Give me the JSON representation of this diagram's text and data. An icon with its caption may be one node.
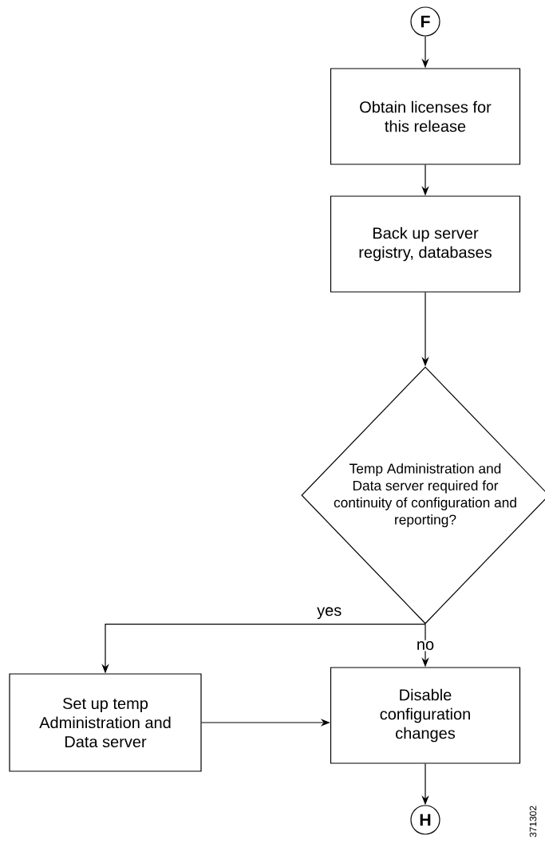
{
  "diagram": {
    "nodes": [
      {
        "text": [
          "F"
        ]
      },
      {
        "text": [
          "Obtain licenses for this release"
        ]
      },
      {
        "text": [
          "Back up server registry, databases"
        ]
      },
      {
        "text": [
          "Temp Administration and Data server required for continuity of configuration and reporting?"
        ]
      },
      {
        "text": [
          "Set up temp Administration and Data server"
        ]
      },
      {
        "text": [
          "Disable configuration changes"
        ]
      },
      {
        "text": [
          "H"
        ]
      }
    ],
    "edges": [
      {
        "from": 0,
        "to": 1,
        "arrow": "to"
      },
      {
        "from": 1,
        "to": 2,
        "arrow": "to"
      },
      {
        "from": 2,
        "to": 3,
        "arrow": "to"
      },
      {
        "from": 3,
        "to": 4,
        "arrow": "to",
        "label": "yes"
      },
      {
        "from": 3,
        "to": 5,
        "arrow": "to",
        "label": "no"
      },
      {
        "from": 4,
        "to": 5,
        "arrow": "to"
      },
      {
        "from": 5,
        "to": 6,
        "arrow": "to"
      }
    ],
    "labels": [
      "371302"
    ]
  }
}
